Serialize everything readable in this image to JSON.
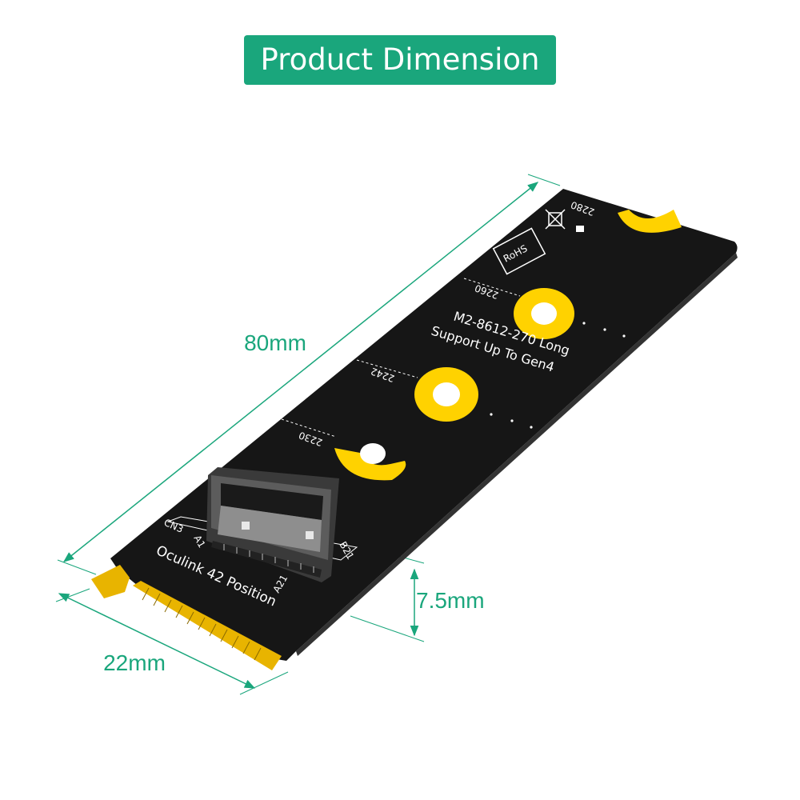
{
  "header": {
    "title": "Product Dimension"
  },
  "dimensions": {
    "length": "80mm",
    "width": "22mm",
    "height": "7.5mm"
  },
  "board": {
    "marks": {
      "m2280": "2280",
      "m2260": "2260",
      "m2242": "2242",
      "m2230": "2230"
    },
    "model_line1": "M2-8612-270 Long",
    "model_line2": "Support Up To Gen4",
    "rohs": "RoHS",
    "connector_ref": "CN3",
    "connector_label": "Oculink 42 Position",
    "pin_a1": "A1",
    "pin_a21": "A21",
    "pin_b21": "B21"
  },
  "colors": {
    "accent": "#1aa67c",
    "board": "#161616",
    "pads": "#ffd200",
    "gold": "#e8b400"
  }
}
